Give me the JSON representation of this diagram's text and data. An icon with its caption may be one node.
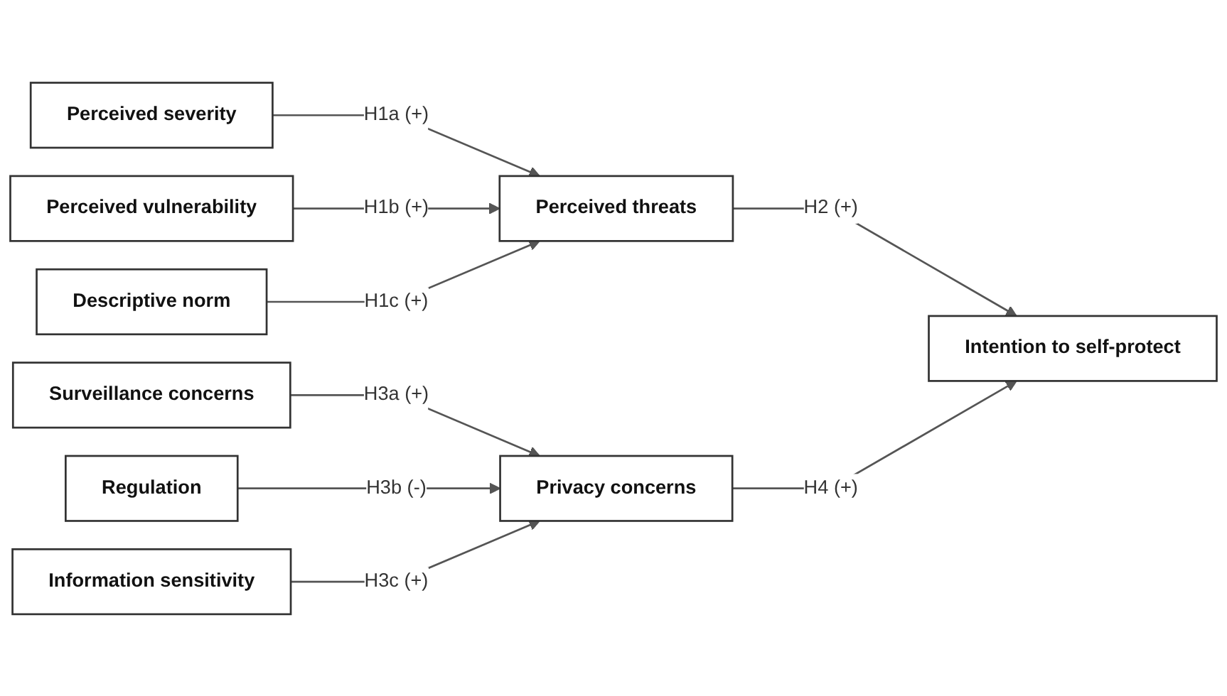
{
  "diagram": {
    "nodes": [
      {
        "text": [
          "Perceived severity"
        ]
      },
      {
        "text": [
          "Perceived vulnerability"
        ]
      },
      {
        "text": [
          "Descriptive norm"
        ]
      },
      {
        "text": [
          "Surveillance concerns"
        ]
      },
      {
        "text": [
          "Regulation"
        ]
      },
      {
        "text": [
          "Information sensitivity"
        ]
      },
      {
        "text": [
          "Perceived threats"
        ]
      },
      {
        "text": [
          "Privacy concerns"
        ]
      },
      {
        "text": [
          "Intention to self-protect"
        ]
      }
    ],
    "edges": [
      {
        "from": 0,
        "to": 6,
        "arrow": "to",
        "label": "H1a (+)"
      },
      {
        "from": 1,
        "to": 6,
        "arrow": "to",
        "label": "H1b (+)"
      },
      {
        "from": 2,
        "to": 6,
        "arrow": "to",
        "label": "H1c (+)"
      },
      {
        "from": 6,
        "to": 8,
        "arrow": "to",
        "label": "H2 (+)"
      },
      {
        "from": 3,
        "to": 7,
        "arrow": "to",
        "label": "H3a (+)"
      },
      {
        "from": 4,
        "to": 7,
        "arrow": "to",
        "label": "H3b (-)"
      },
      {
        "from": 5,
        "to": 7,
        "arrow": "to",
        "label": "H3c (+)"
      },
      {
        "from": 7,
        "to": 8,
        "arrow": "to",
        "label": "H4 (+)"
      }
    ]
  }
}
